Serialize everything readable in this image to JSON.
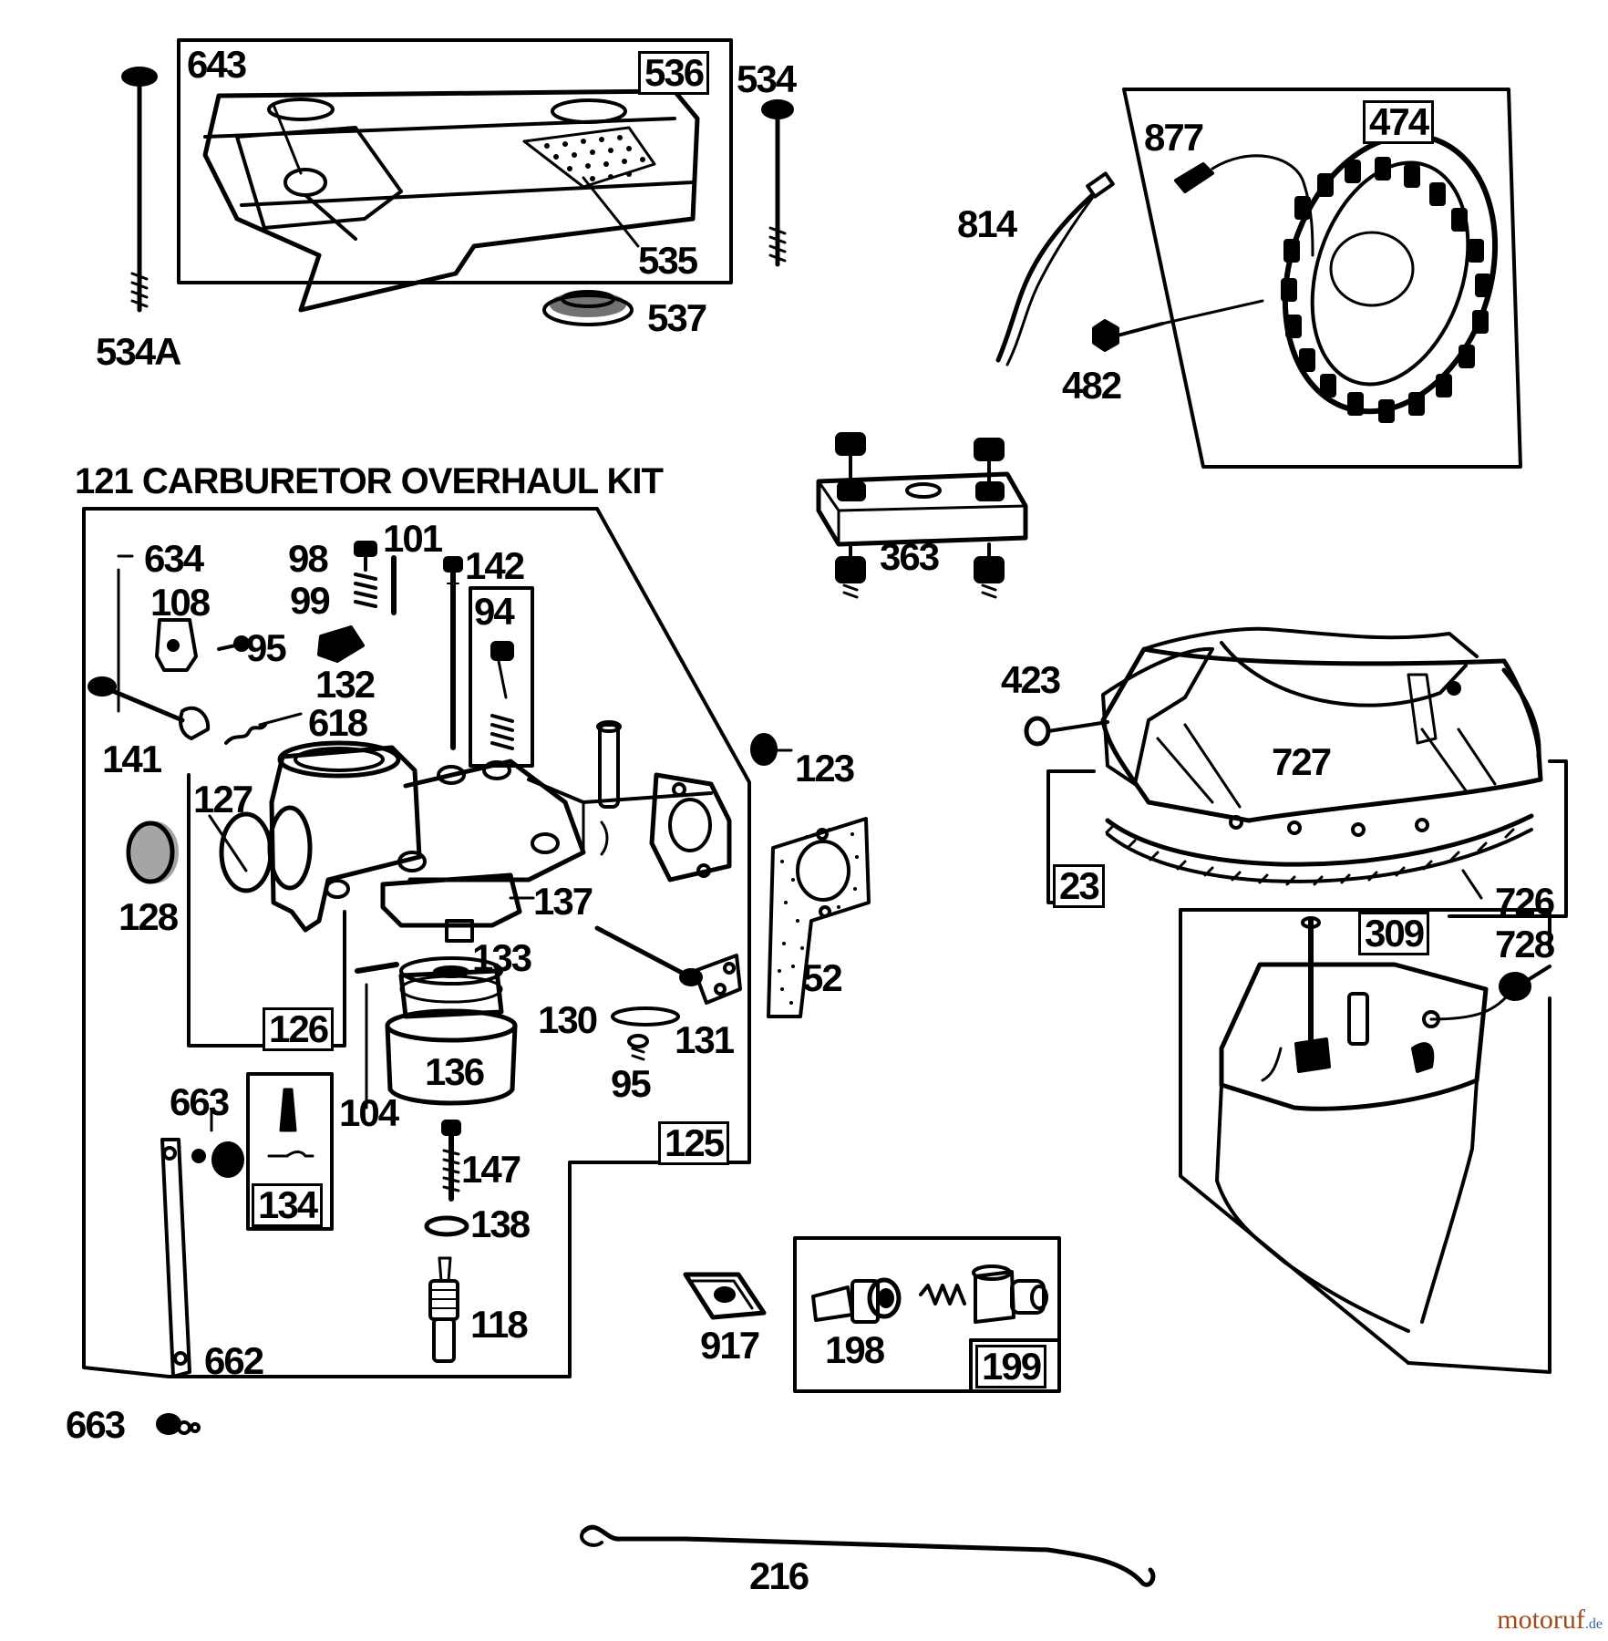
{
  "kit_title": "121 CARBURETOR OVERHAUL KIT",
  "labels": {
    "p643": "643",
    "p536": "536",
    "p534": "534",
    "p535": "535",
    "p537": "537",
    "p534a": "534A",
    "p474": "474",
    "p877": "877",
    "p814": "814",
    "p482": "482",
    "p634": "634",
    "p98": "98",
    "p101": "101",
    "p142": "142",
    "p94": "94",
    "p108": "108",
    "p99": "99",
    "p95a": "95",
    "p132": "132",
    "p618": "618",
    "p141": "141",
    "p123": "123",
    "p127": "127",
    "p128": "128",
    "p137": "137",
    "p52": "52",
    "p133": "133",
    "p126": "126",
    "p130": "130",
    "p131": "131",
    "p95b": "95",
    "p136": "136",
    "p663a": "663",
    "p104": "104",
    "p125": "125",
    "p147": "147",
    "p134": "134",
    "p138": "138",
    "p118": "118",
    "p662": "662",
    "p663b": "663",
    "p363": "363",
    "p423": "423",
    "p727": "727",
    "p23": "23",
    "p726": "726",
    "p309": "309",
    "p728": "728",
    "p917": "917",
    "p198": "198",
    "p199": "199",
    "p216": "216"
  },
  "watermark": {
    "name": "motoruf",
    "suffix": ".de"
  }
}
